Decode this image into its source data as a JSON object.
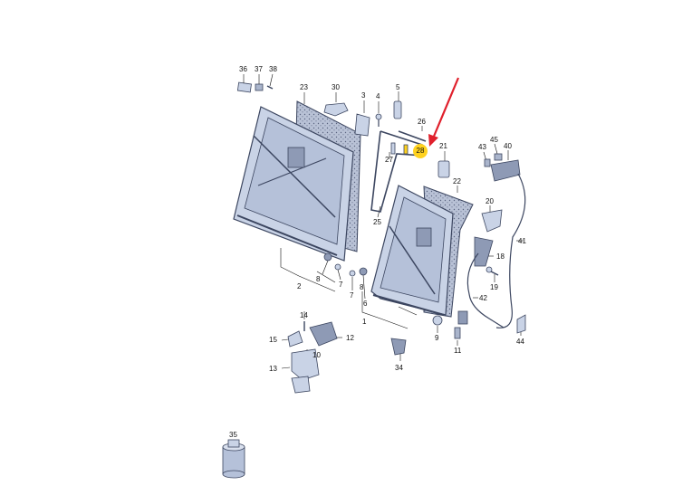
{
  "diagram": {
    "highlight_color": "#ffd21f",
    "arrow_color": "#e0202c",
    "part_fill": "#c9d3e6",
    "part_stroke": "#3c4660",
    "highlighted_label": "28",
    "labels": {
      "p36": "36",
      "p37": "37",
      "p38": "38",
      "p23": "23",
      "p30": "30",
      "p3": "3",
      "p4": "4",
      "p5": "5",
      "p26": "26",
      "p27": "27",
      "p28": "28",
      "p25": "25",
      "p21": "21",
      "p43": "43",
      "p45": "45",
      "p40": "40",
      "p22": "22",
      "p20": "20",
      "p41": "41",
      "p18": "18",
      "p19": "19",
      "p42": "42",
      "p44": "44",
      "p11": "11",
      "p9": "9",
      "p6": "6",
      "p7a": "7",
      "p7b": "7",
      "p8a": "8",
      "p8b": "8",
      "p1": "1",
      "p2": "2",
      "p14": "14",
      "p15": "15",
      "p12": "12",
      "p13": "13",
      "p10": "10",
      "p34": "34",
      "p35": "35"
    }
  }
}
